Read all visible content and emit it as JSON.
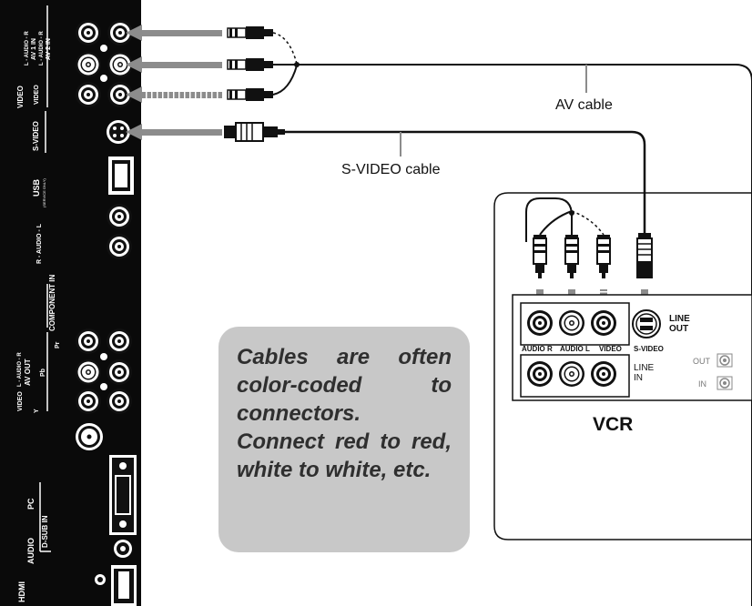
{
  "tv_panel": {
    "labels": {
      "video": "VIDEO",
      "audio_lr": "L - AUDIO - R",
      "av1_in": "AV 1 IN",
      "av2_in": "AV 2 IN",
      "s_video": "S-VIDEO",
      "usb": "USB",
      "usb_sub": "(SERVICE ONLY)",
      "r_audio_l": "R - AUDIO - L",
      "component_in": "COMPONENT IN",
      "pr": "Pr",
      "pb": "Pb",
      "y": "Y",
      "av_out": "AV OUT",
      "pc": "PC",
      "dsub_in": "D-SUB IN",
      "audio": "AUDIO",
      "hdmi": "HDMI"
    }
  },
  "cables": {
    "av_cable_label": "AV cable",
    "svideo_cable_label": "S-VIDEO cable"
  },
  "vcr": {
    "title": "VCR",
    "line_out": "LINE\nOUT",
    "line_in": "LINE\nIN",
    "s_video": "S-VIDEO",
    "audio_r": "AUDIO R",
    "audio_l": "AUDIO L",
    "video": "VIDEO",
    "out": "OUT",
    "in": "IN"
  },
  "note": {
    "text": "Cables are often color-coded to connectors. Connect red to red, white to white, etc."
  },
  "colors": {
    "panel": "#0a0a0a",
    "arrow": "#8c8c8c",
    "note_bg": "#c8c8c8",
    "note_text": "#2f2f2f"
  }
}
